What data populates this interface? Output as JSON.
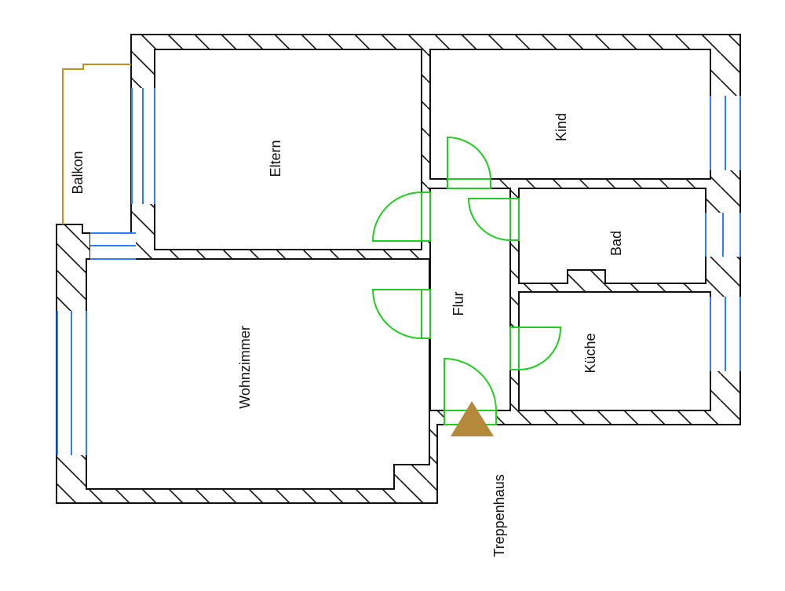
{
  "plan": {
    "rooms": {
      "eltern": "Eltern",
      "kind": "Kind",
      "bad": "Bad",
      "flur": "Flur",
      "kueche": "Küche",
      "wohnzimmer": "Wohnzimmer",
      "balkon": "Balkon",
      "treppenhaus": "Treppenhaus"
    },
    "colors": {
      "wall": "#111111",
      "window": "#2a7fff",
      "door": "#22cc22",
      "balcony": "#c8901a",
      "entrance_marker": "#b5893a"
    }
  }
}
